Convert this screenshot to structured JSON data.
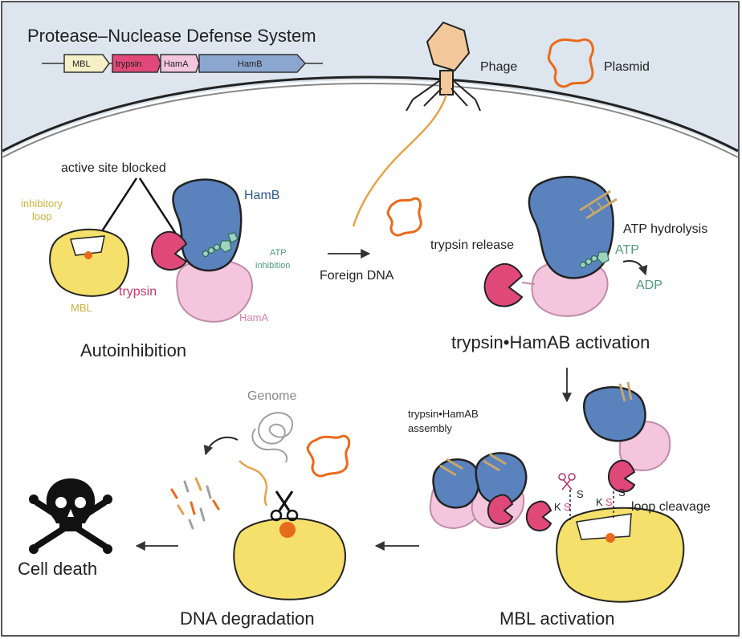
{
  "title": "Protease–Nuclease Defense System",
  "operon": {
    "mbl": "MBL",
    "trypsin": "trypsin",
    "hama": "HamA",
    "hamb": "HamB"
  },
  "extracellular": {
    "phage": "Phage",
    "plasmid": "Plasmid"
  },
  "autoinhibition": {
    "active_site_blocked": "active site blocked",
    "inhibitory_loop_line1": "inhibitory",
    "inhibitory_loop_line2": "loop",
    "hamb": "HamB",
    "atp_inhibition_line1": "ATP",
    "atp_inhibition_line2": "inhibition",
    "trypsin": "trypsin",
    "mbl": "MBL",
    "hama": "HamA",
    "caption": "Autoinhibition"
  },
  "foreign_dna": "Foreign DNA",
  "activation": {
    "trypsin_release": "trypsin release",
    "atp_hydrolysis": "ATP hydrolysis",
    "atp": "ATP",
    "adp": "ADP",
    "caption": "trypsin•HamAB activation"
  },
  "assembly": {
    "line1": "trypsin•HamAB",
    "line2": "assembly",
    "loop_cleavage": "loop cleavage",
    "k1": "K",
    "s1": "S",
    "s2": "S",
    "k2": "K",
    "s3": "S",
    "s4": "S",
    "caption": "MBL activation"
  },
  "degradation": {
    "genome": "Genome",
    "caption": "DNA degradation"
  },
  "cell_death": "Cell death",
  "colors": {
    "hamb": "#5a82bd",
    "hama": "#f3c6de",
    "trypsin": "#e0487a",
    "mbl": "#f4e06a",
    "plasmid": "#e96a1b",
    "atp": "#4f9a7a",
    "outside": "#dde6ee"
  }
}
